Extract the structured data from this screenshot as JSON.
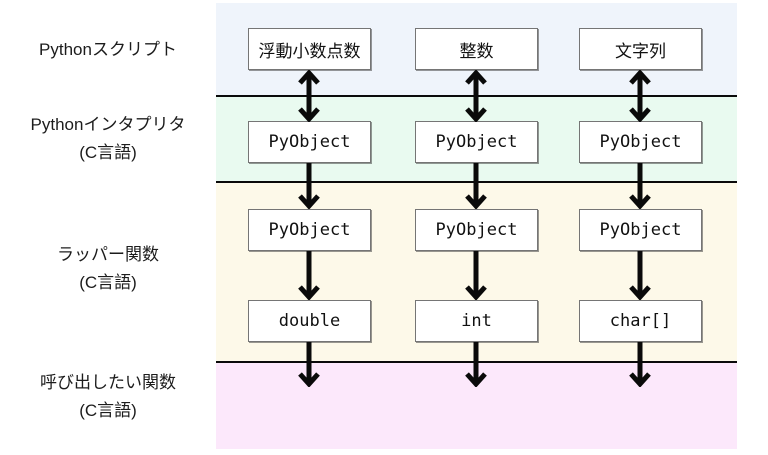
{
  "colors": {
    "band_script": "#eff4fb",
    "band_interpreter": "#e9faf0",
    "band_wrapper": "#fdf9e9",
    "band_target": "#fce8fb",
    "line": "#0a0a0a",
    "box_border": "#757575"
  },
  "layers": [
    {
      "id": "python-script",
      "label_lines": [
        "Pythonスクリプト"
      ]
    },
    {
      "id": "python-interpreter",
      "label_lines": [
        "Pythonインタプリタ",
        "(C言語)"
      ]
    },
    {
      "id": "wrapper-function",
      "label_lines": [
        "ラッパー関数",
        "(C言語)"
      ]
    },
    {
      "id": "target-function",
      "label_lines": [
        "呼び出したい関数",
        "(C言語)"
      ]
    }
  ],
  "columns": [
    {
      "script_box": "浮動小数点数",
      "interpreter_box": "PyObject",
      "wrapper_box": "PyObject",
      "ctype_box": "double"
    },
    {
      "script_box": "整数",
      "interpreter_box": "PyObject",
      "wrapper_box": "PyObject",
      "ctype_box": "int"
    },
    {
      "script_box": "文字列",
      "interpreter_box": "PyObject",
      "wrapper_box": "PyObject",
      "ctype_box": "char[]"
    }
  ]
}
